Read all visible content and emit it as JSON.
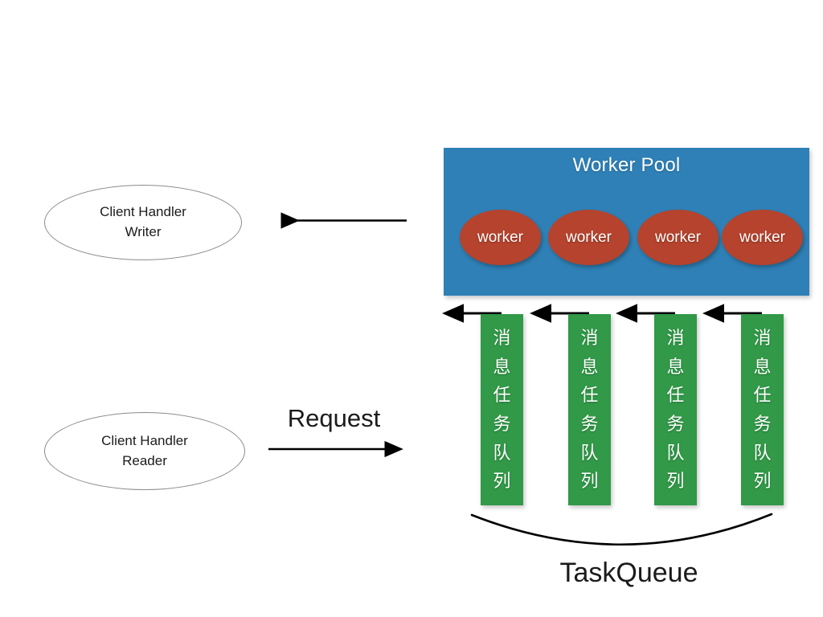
{
  "diagram": {
    "title": "Worker Pool / TaskQueue architecture diagram",
    "background_color": "#ffffff",
    "colors": {
      "worker_pool_blue": "#2e80b6",
      "worker_red": "#b5432d",
      "queue_green": "#319947",
      "ellipse_stroke": "#8b8b90",
      "arrow_black": "#000000",
      "text_dark": "#1b1b1b",
      "text_light": "#ffffff"
    }
  },
  "clients": [
    {
      "id": "client-writer",
      "line1": "Client Handler",
      "line2": "Writer"
    },
    {
      "id": "client-reader",
      "line1": "Client Handler",
      "line2": "Reader"
    }
  ],
  "worker_pool": {
    "title": "Worker Pool",
    "workers": [
      {
        "label": "worker"
      },
      {
        "label": "worker"
      },
      {
        "label": "worker"
      },
      {
        "label": "worker"
      }
    ]
  },
  "task_queues": {
    "group_label": "TaskQueue",
    "bars": [
      {
        "text": "消息任务队列",
        "chars": [
          "消",
          "息",
          "任",
          "务",
          "队",
          "列"
        ]
      },
      {
        "text": "消息任务队列",
        "chars": [
          "消",
          "息",
          "任",
          "务",
          "队",
          "列"
        ]
      },
      {
        "text": "消息任务队列",
        "chars": [
          "消",
          "息",
          "任",
          "务",
          "队",
          "列"
        ]
      },
      {
        "text": "消息任务队列",
        "chars": [
          "消",
          "息",
          "任",
          "务",
          "队",
          "列"
        ]
      }
    ]
  },
  "connectors": {
    "response_arrow_label": "",
    "request_arrow_label": "Request",
    "queue_to_worker_count": 4
  }
}
